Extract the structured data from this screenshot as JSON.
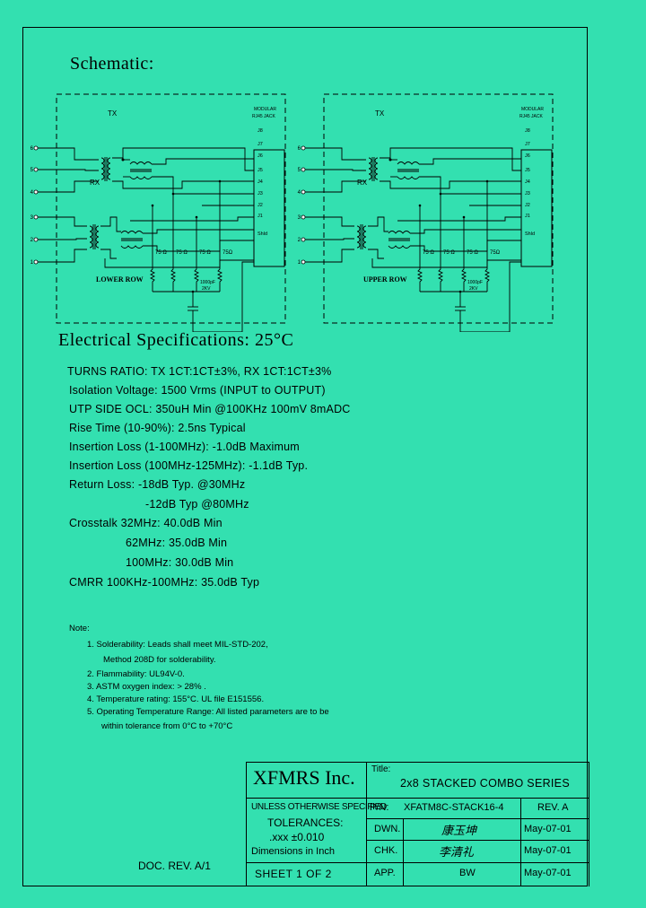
{
  "schematic": {
    "title": "Schematic:",
    "lower": {
      "row_label": "LOWER ROW",
      "tx_label": "TX",
      "rx_label": "RX",
      "jack_label_1": "MODULAR",
      "jack_label_2": "RJ45 JACK",
      "pins_left": [
        "6",
        "5",
        "4",
        "3",
        "2",
        "1"
      ],
      "jack_pins": [
        "J8",
        "J7",
        "J6",
        "J5",
        "J4",
        "J3",
        "J2",
        "J1",
        "Shld"
      ],
      "resistors": [
        "75 Ω",
        "75 Ω",
        "75 Ω",
        "75Ω"
      ],
      "cap_1": "1000pF",
      "cap_2": "2KV"
    },
    "upper": {
      "row_label": "UPPER ROW",
      "tx_label": "TX",
      "rx_label": "RX",
      "jack_label_1": "MODULAR",
      "jack_label_2": "RJ45 JACK",
      "pins_left": [
        "6",
        "5",
        "4",
        "3",
        "2",
        "1"
      ],
      "jack_pins": [
        "J8",
        "J7",
        "J6",
        "J5",
        "J4",
        "J3",
        "J2",
        "J1",
        "Shld"
      ],
      "resistors": [
        "75 Ω",
        "75 Ω",
        "75 Ω",
        "75Ω"
      ],
      "cap_1": "1000pF",
      "cap_2": "2KV"
    }
  },
  "specs": {
    "title": "Electrical Specifications: 25°C",
    "lines": [
      "TURNS RATIO: TX 1CT:1CT±3%, RX 1CT:1CT±3%",
      "Isolation Voltage:  1500 Vrms (INPUT to OUTPUT)",
      "UTP SIDE OCL: 350uH Min @100KHz 100mV 8mADC",
      "Rise Time (10-90%): 2.5ns Typical",
      "Insertion Loss (1-100MHz): -1.0dB Maximum",
      "Insertion Loss (100MHz-125MHz): -1.1dB Typ.",
      "Return Loss: -18dB Typ. @30MHz",
      "-12dB Typ @80MHz",
      "Crosstalk 32MHz: 40.0dB Min",
      "62MHz: 35.0dB Min",
      "100MHz: 30.0dB Min",
      "CMRR 100KHz-100MHz: 35.0dB Typ"
    ]
  },
  "notes": {
    "title": "Note:",
    "items": [
      "1.  Solderability: Leads shall meet MIL-STD-202,",
      "Method 208D for solderability.",
      "2.  Flammability: UL94V-0.",
      "3.  ASTM oxygen index: > 28% .",
      "4.  Temperature rating: 155°C. UL file E151556.",
      "5.  Operating Temperature Range: All listed parameters are to be",
      "within tolerance from 0°C to +70°C"
    ]
  },
  "doc_rev": "DOC. REV. A/1",
  "title_block": {
    "company": "XFMRS Inc.",
    "title_label": "Title:",
    "title": "2x8 STACKED COMBO SERIES",
    "unless": "UNLESS OTHERWISE SPECIFIED",
    "tolerances": "TOLERANCES:",
    "xxx": ".xxx  ±0.010",
    "dimensions": "Dimensions in Inch",
    "sheet": "SHEET  1  OF  2",
    "pn_label": "P/N:",
    "pn": "XFATM8C-STACK16-4",
    "rev": "REV. A",
    "dwn_label": "DWN.",
    "dwn_sig": "康玉坤",
    "dwn_date": "May-07-01",
    "chk_label": "CHK.",
    "chk_sig": "李清礼",
    "chk_date": "May-07-01",
    "app_label": "APP.",
    "app": "BW",
    "app_date": "May-07-01"
  }
}
